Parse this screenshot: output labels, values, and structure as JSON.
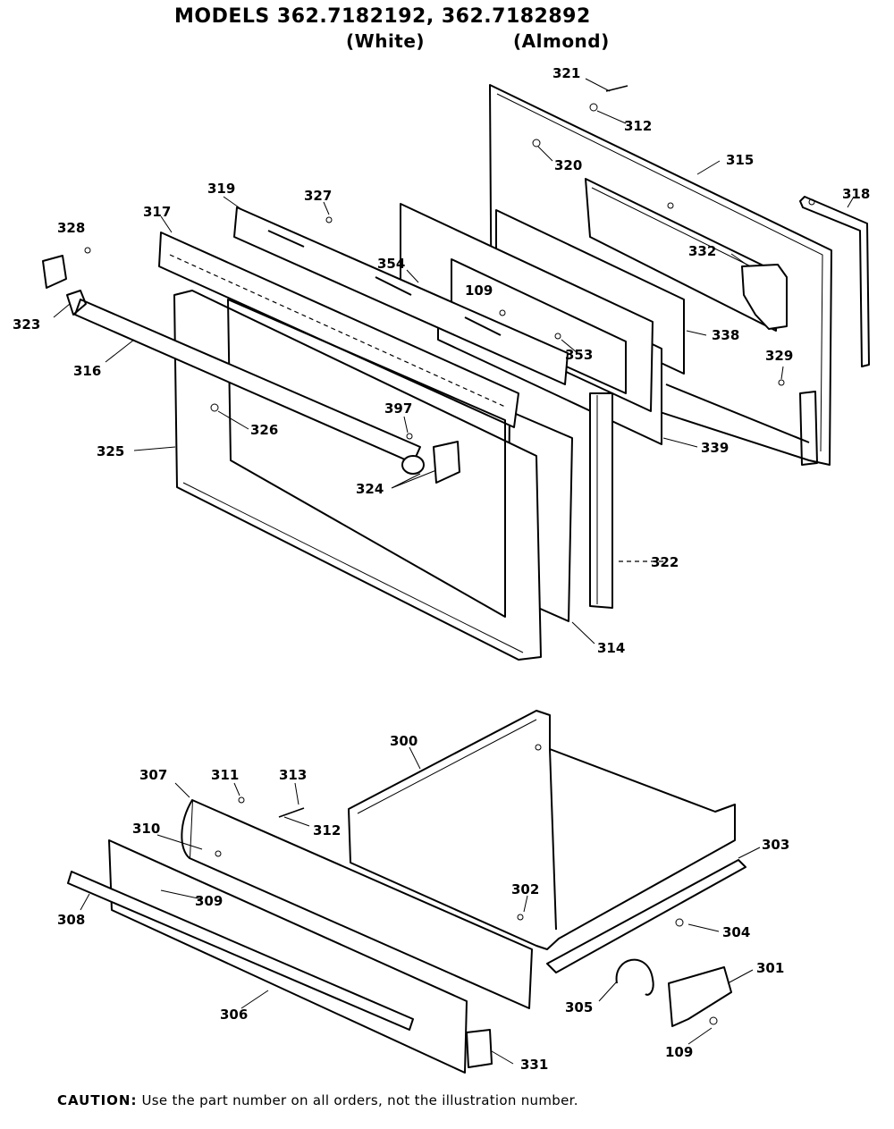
{
  "title": {
    "models": "MODELS 362.7182192, 362.7182892",
    "white": "(White)",
    "almond": "(Almond)"
  },
  "labels": {
    "p321": "321",
    "p312a": "312",
    "p320": "320",
    "p315": "315",
    "p318": "318",
    "p319": "319",
    "p327": "327",
    "p317": "317",
    "p328": "328",
    "p354": "354",
    "p109a": "109",
    "p332": "332",
    "p323": "323",
    "p338": "338",
    "p353": "353",
    "p316": "316",
    "p329": "329",
    "p397": "397",
    "p326": "326",
    "p325": "325",
    "p339": "339",
    "p324": "324",
    "p322": "322",
    "p314": "314",
    "p300": "300",
    "p307": "307",
    "p311": "311",
    "p313": "313",
    "p312b": "312",
    "p303": "303",
    "p310": "310",
    "p309": "309",
    "p302": "302",
    "p308": "308",
    "p304": "304",
    "p301": "301",
    "p305": "305",
    "p306": "306",
    "p109b": "109",
    "p331": "331"
  },
  "caution": {
    "label": "CAUTION:",
    "text": "Use the part number on all orders, not the illustration number."
  }
}
